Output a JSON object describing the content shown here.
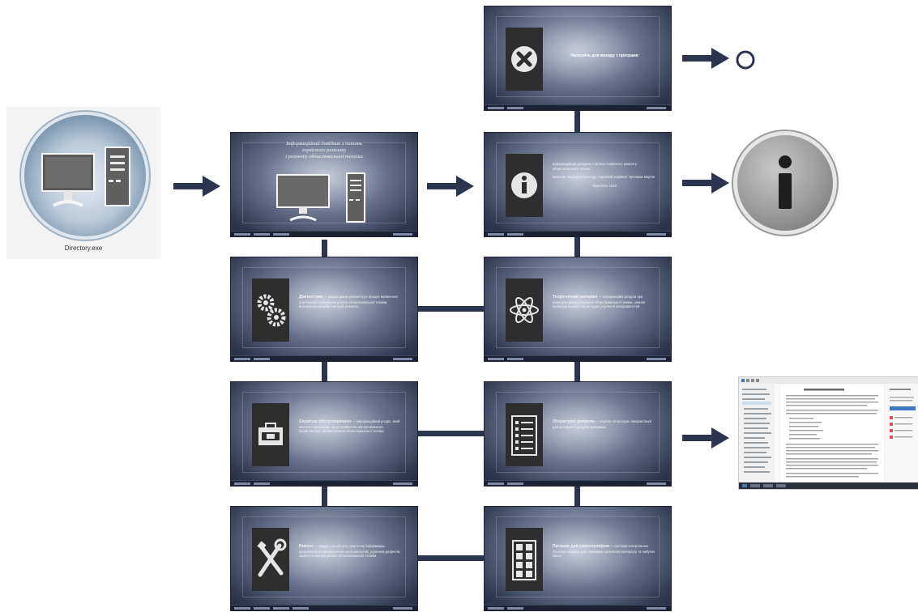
{
  "app_icon": {
    "label": "Directory.exe"
  },
  "slides": {
    "title": {
      "lines": [
        "Інформаційний довідник з питань",
        "сервісного ремонту",
        "і ремонту обчислювальної техніки"
      ]
    },
    "exit": {
      "text": "Натисніть для виходу з програми"
    },
    "about": {
      "lines": [
        "Інформаційний довідник з питань сервісного ремонту обчислювальної техніки",
        "Виконав: Кушнір Олександр Науковий керівник: Гречаник Мар'ян",
        "Тернопіль 2018"
      ]
    },
    "diagnostics": {
      "title": "Діагностика",
      "text": " — розділ даних демонструє процес виявлення, пов'язаний із поломкою роботи обчислювальної техніки, визначення засобів і методів ремонту"
    },
    "theory": {
      "title": "Теоретичний матеріал",
      "text": " — інформаційні розділи про принципи функціонування обчислювальної техніки, знання необхідні в роботі за методом усунення несправностей"
    },
    "service": {
      "title": "Сервісне обслуговування",
      "text": " — інформаційний розділ, який містить інформацію щодо сервісного обслуговування, профілактики, налаштування обчислювальної техніки"
    },
    "literature": {
      "title": "Літературні джерела",
      "text": " — перелік літератури, використаної для укладання розділів довідника"
    },
    "repair": {
      "title": "Ремонт",
      "text": " — розділ, що містить практичну інформацію, направлену на виправлення несправностей, усунення дефектів, заміни та налаштування обчислювальної техніки"
    },
    "selfcheck": {
      "title": "Питання для самоперевірки",
      "text": " — система контрольних тестових завдань для перевірки засвоєння матеріалу та набутих знань"
    }
  },
  "colors": {
    "connector": "#2b3550",
    "slide_dark": "#2f3850",
    "icon_box": "#2e2e2e"
  }
}
